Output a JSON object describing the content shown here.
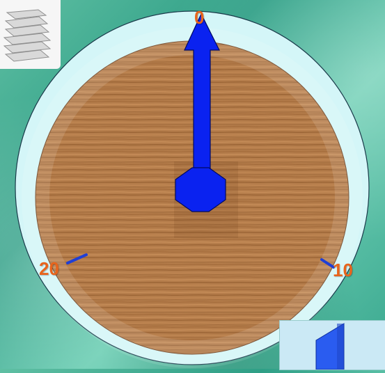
{
  "dial": {
    "labels": {
      "top": "0",
      "right": "10",
      "left": "20"
    },
    "colors": {
      "ring": "#d4f6f8",
      "needle": "#0a22f0",
      "tick": "#1f3fd6",
      "label": "#e8641c"
    }
  },
  "icons": {
    "paper_stack": "paper-stack-icon",
    "corner": "triangle-icon"
  }
}
